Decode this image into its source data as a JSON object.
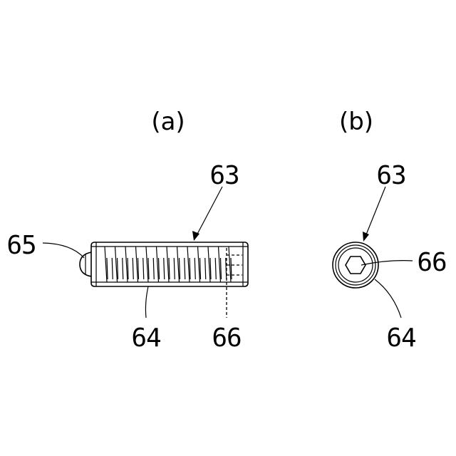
{
  "views": {
    "a": {
      "label": "(a)"
    },
    "b": {
      "label": "(b)"
    }
  },
  "reference_numerals": {
    "a": {
      "r63": "63",
      "r64": "64",
      "r65": "65",
      "r66": "66"
    },
    "b": {
      "r63": "63",
      "r64": "64",
      "r66": "66"
    }
  }
}
